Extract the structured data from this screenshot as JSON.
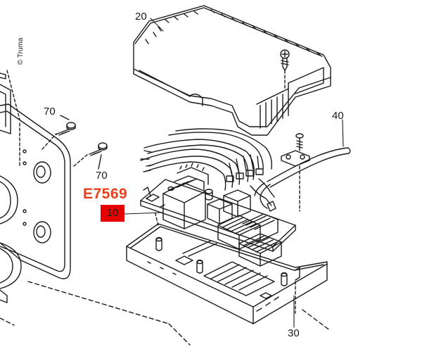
{
  "copyright": "© Truma",
  "part_code": "E7569",
  "highlight_color": "#e60000",
  "code_color": "#e8401c",
  "callouts": {
    "cover": "20",
    "screws_top": "70",
    "screws_bottom": "70",
    "cable": "40",
    "board": "10",
    "housing": "30"
  }
}
